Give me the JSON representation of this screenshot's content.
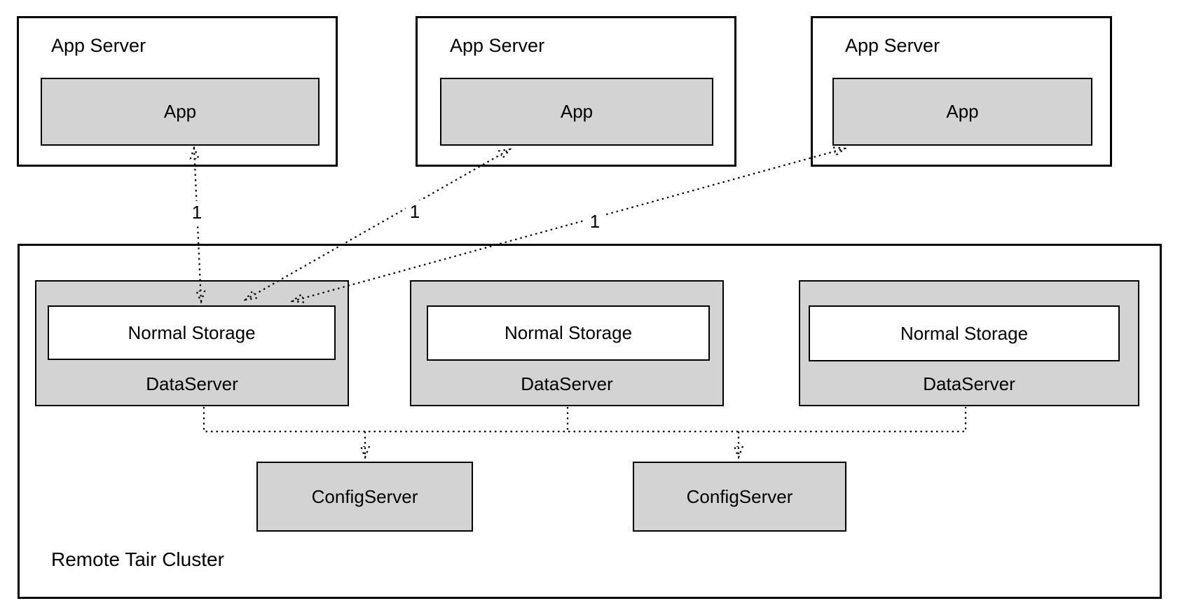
{
  "colors": {
    "node_fill": "#d3d3d3",
    "storage_fill": "#ffffff",
    "border": "#000000",
    "background": "#ffffff",
    "edge": "#000000"
  },
  "app_servers": [
    {
      "title": "App Server",
      "app_label": "App"
    },
    {
      "title": "App Server",
      "app_label": "App"
    },
    {
      "title": "App Server",
      "app_label": "App"
    }
  ],
  "cluster": {
    "label": "Remote Tair Cluster",
    "data_servers": [
      {
        "storage_label": "Normal Storage",
        "label": "DataServer"
      },
      {
        "storage_label": "Normal Storage",
        "label": "DataServer"
      },
      {
        "storage_label": "Normal Storage",
        "label": "DataServer"
      }
    ],
    "config_servers": [
      {
        "label": "ConfigServer"
      },
      {
        "label": "ConfigServer"
      }
    ]
  },
  "edges": {
    "labels": [
      "1",
      "1",
      "1"
    ]
  }
}
